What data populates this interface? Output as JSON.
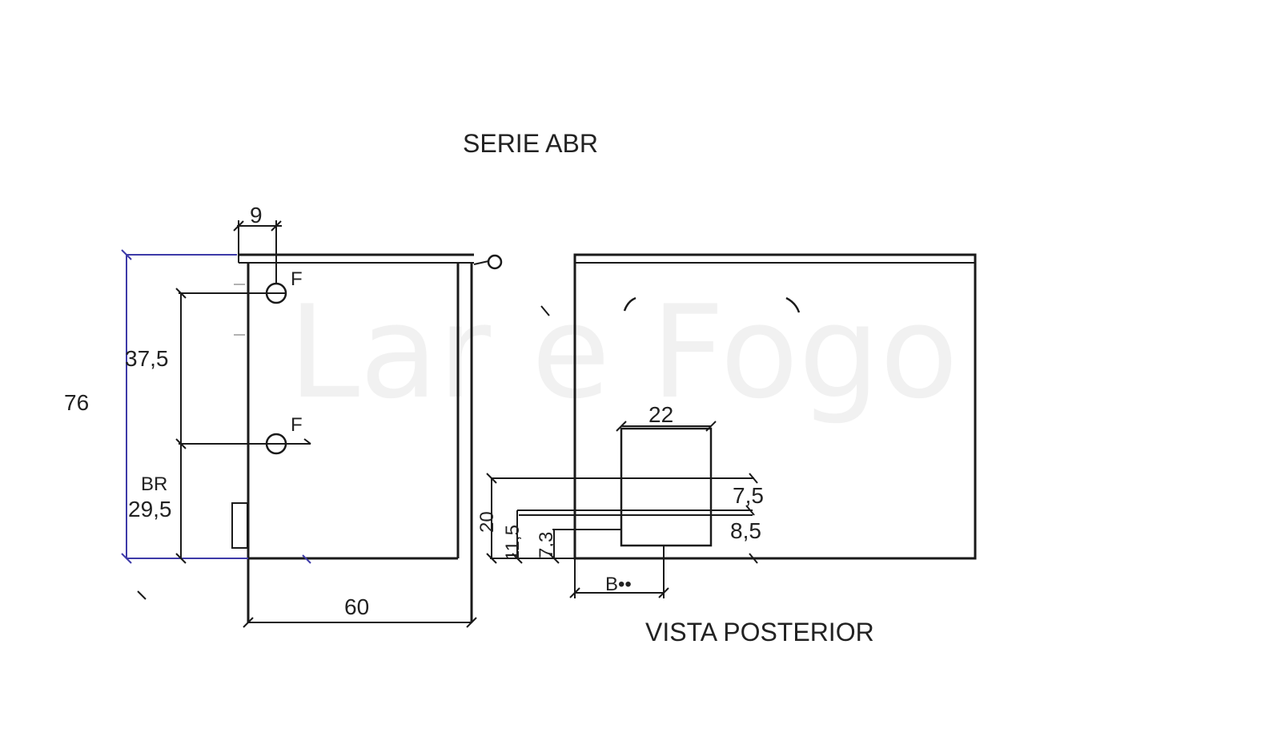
{
  "watermark": "Lar e Fogo",
  "labels": {
    "title": "SERIE ABR",
    "view_back": "VISTA POSTERIOR",
    "dim_9": "9",
    "dim_76": "76",
    "dim_37_5": "37,5",
    "br": "BR",
    "dim_29_5": "29,5",
    "dim_60": "60",
    "f_upper": "F",
    "f_lower": "F",
    "dim_22": "22",
    "dim_7_5": "7,5",
    "dim_8_5": "8,5",
    "dim_20": "20",
    "dim_11_5": "11,5",
    "dim_7_3": "7,3",
    "b_dim": "B••"
  },
  "colors": {
    "line": "#1a1a1a",
    "dimension_blue": "#3d3aa8",
    "watermark": "#f1f1f1"
  }
}
